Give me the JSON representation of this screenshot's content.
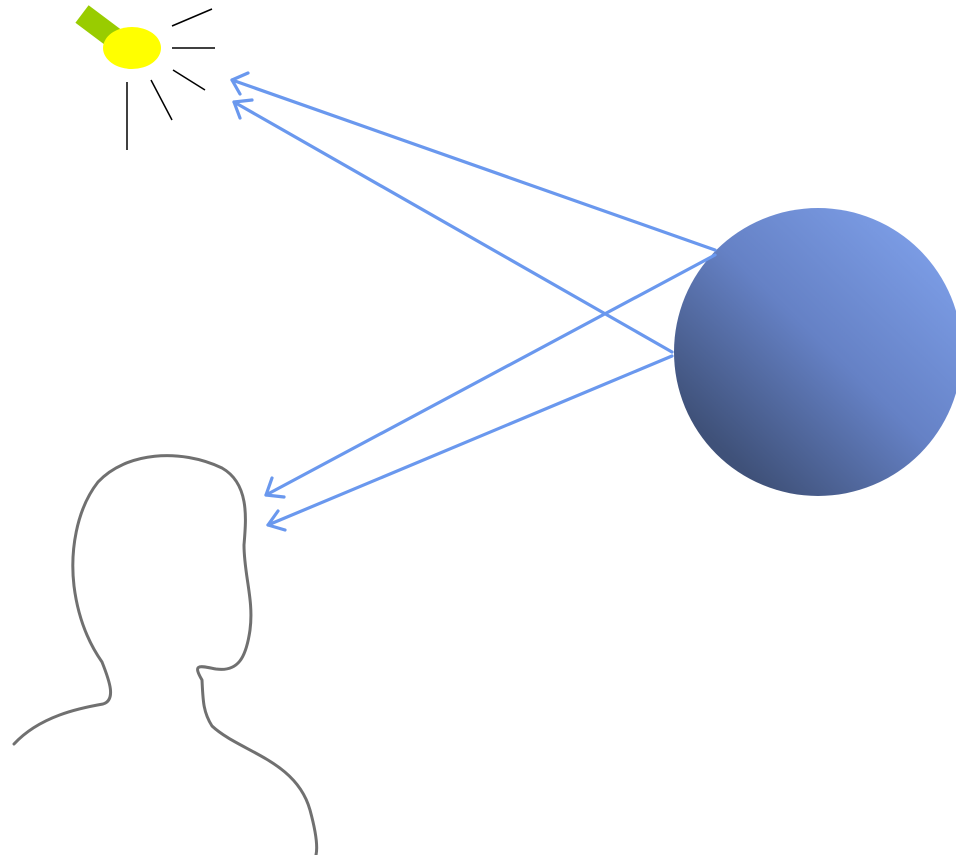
{
  "diagram": {
    "colors": {
      "background": "#ffffff",
      "arrow": "#6a98ee",
      "lamp_body": "#ffff00",
      "lamp_handle": "#99cc00",
      "light_rays": "#000000",
      "person_outline": "#707070",
      "sphere_light": "#7c9de6",
      "sphere_mid": "#6581c5",
      "sphere_dark": "#3f5179"
    },
    "icons": {
      "light_source": "flashlight-icon",
      "observer": "person-head-icon",
      "object": "sphere-icon"
    },
    "elements": [
      {
        "name": "light-source",
        "role": "emitter"
      },
      {
        "name": "sphere-object",
        "role": "reflector"
      },
      {
        "name": "observer",
        "role": "viewer"
      }
    ],
    "arrows": [
      {
        "name": "arrow-sphere-to-light-upper",
        "from": "sphere-object",
        "to": "light-source"
      },
      {
        "name": "arrow-sphere-to-light-lower",
        "from": "sphere-object",
        "to": "light-source"
      },
      {
        "name": "arrow-sphere-to-observer-upper",
        "from": "sphere-object",
        "to": "observer"
      },
      {
        "name": "arrow-sphere-to-observer-lower",
        "from": "sphere-object",
        "to": "observer"
      }
    ]
  }
}
